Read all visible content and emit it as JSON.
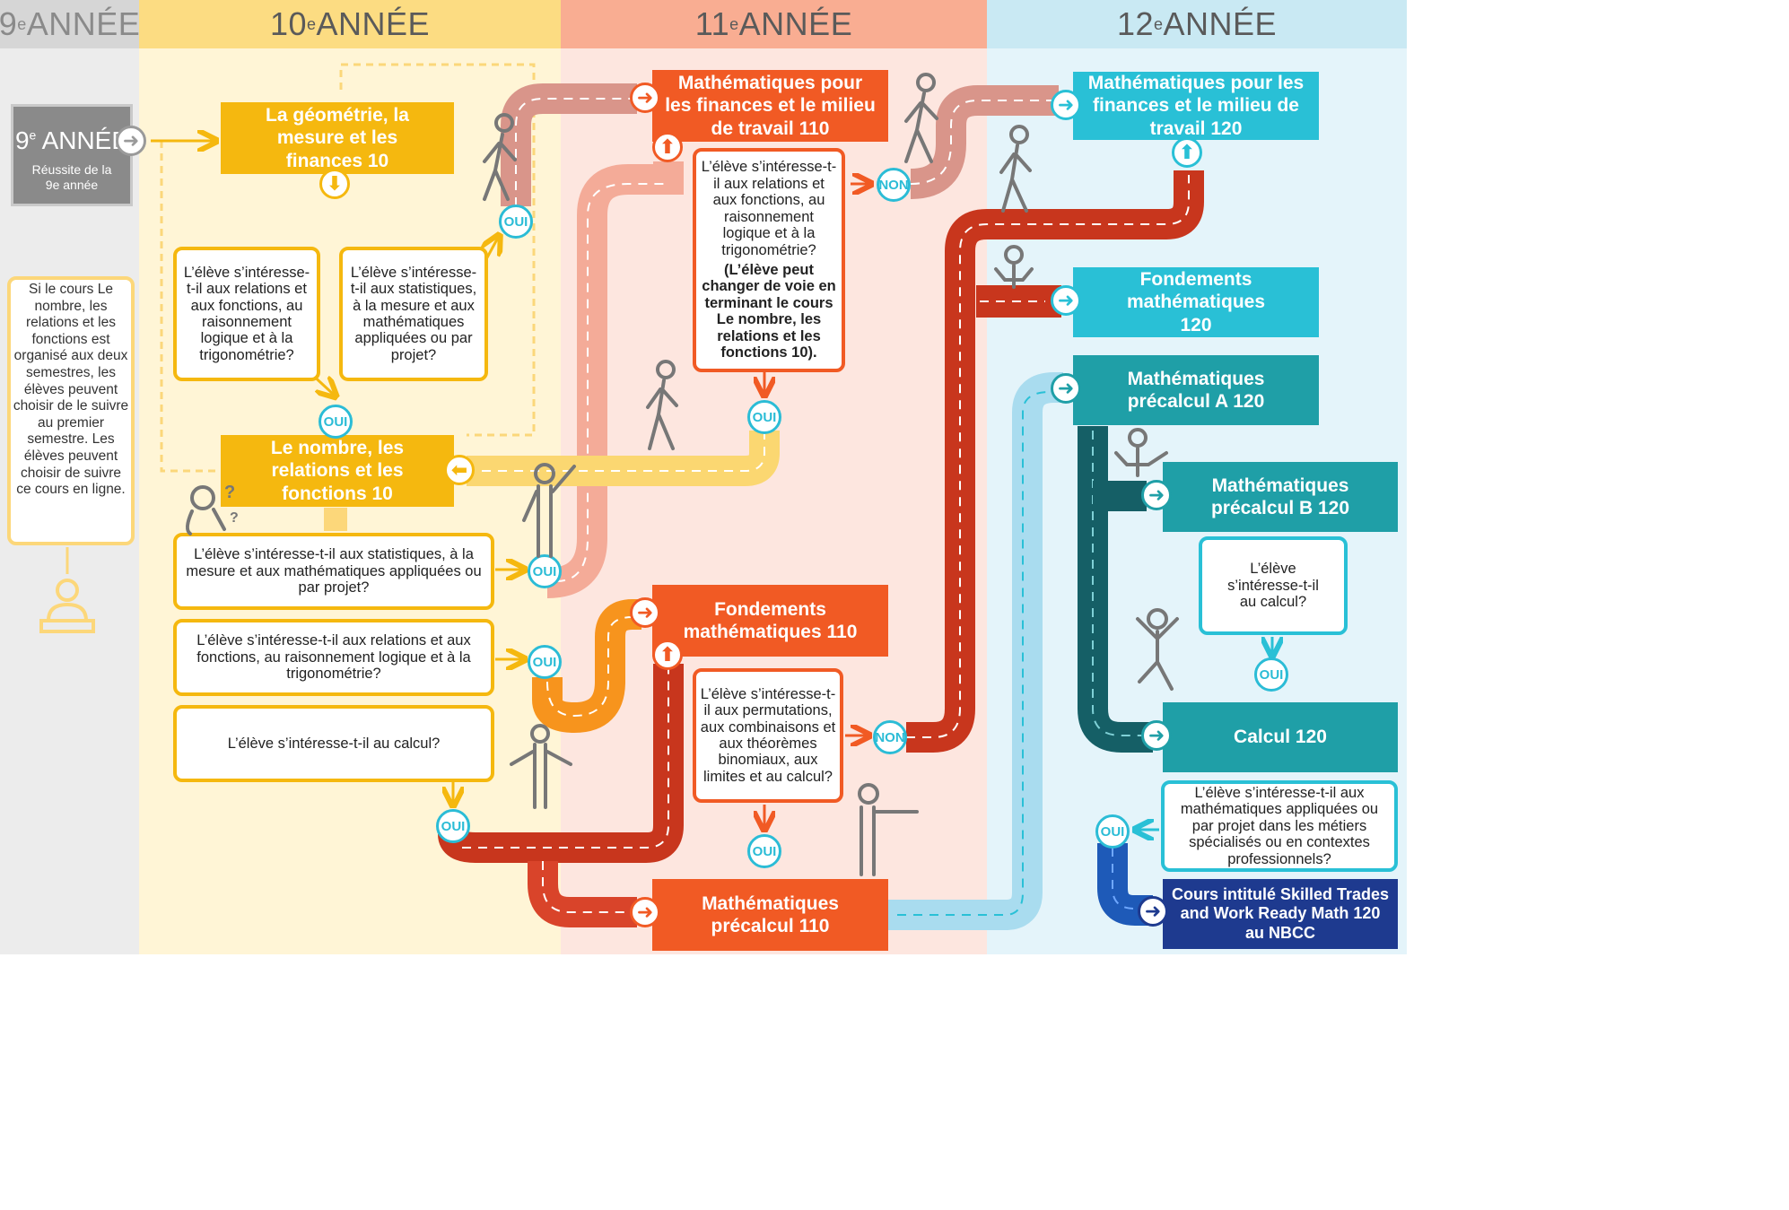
{
  "columns": {
    "y9": {
      "label": "9e ANNÉE",
      "num": "9",
      "sup": "e",
      "rest": " ANNÉE"
    },
    "y10": {
      "label": "10e ANNÉE",
      "num": "10",
      "sup": "e",
      "rest": " ANNÉE"
    },
    "y11": {
      "label": "11e ANNÉE",
      "num": "11",
      "sup": "e",
      "rest": " ANNÉE"
    },
    "y12": {
      "label": "12e ANNÉE",
      "num": "12",
      "sup": "e",
      "rest": " ANNÉE"
    }
  },
  "start": {
    "title_num": "9",
    "title_sup": "e",
    "title_rest": " ANNÉE",
    "subtitle": "Réussite de la 9e année"
  },
  "side_note": "Si le cours Le nombre, les relations et les fonctions est organisé aux deux semestres, les élèves peuvent choisir de le suivre au premier semestre. Les élèves peuvent choisir de suivre ce cours en ligne.",
  "courses": {
    "geo10": "La géométrie, la mesure et les finances 10",
    "nrf10": "Le nombre, les relations et les fonctions 10",
    "mfmt110": "Mathématiques pour les finances et le milieu de travail 110",
    "fm110": "Fondements mathématiques 110",
    "pc110": "Mathématiques précalcul 110",
    "mfmt120": "Mathématiques pour les finances et le milieu de travail 120",
    "fm120": "Fondements mathématiques 120",
    "pca120": "Mathématiques précalcul A 120",
    "pcb120": "Mathématiques précalcul B 120",
    "calc120": "Calcul 120",
    "skilled120": "Cours intitulé Skilled Trades and Work Ready Math 120 au NBCC"
  },
  "questions": {
    "q1": "L’élève s’intéresse-t-il aux relations et aux fonctions, au raisonnement logique et à la trigonométrie?",
    "q2": "L’élève s’intéresse-t-il aux statistiques, à la mesure et aux mathématiques appliquées ou par projet?",
    "q3": "L’élève s’intéresse-t-il aux statistiques, à la mesure et aux mathématiques appliquées ou par projet?",
    "q4": "L’élève s’intéresse-t-il aux relations et aux fonctions, au raisonnement logique et à la trigonométrie?",
    "q5": "L’élève s’intéresse-t-il au calcul?",
    "q6_main": "L’élève s’intéresse-t-il aux relations et aux fonctions, au raisonnement logique et à la trigonométrie?",
    "q6_note": "(L’élève peut changer de voie en terminant le cours Le nombre, les relations et les fonctions 10).",
    "q7": "L’élève s’intéresse-t-il aux permutations, aux combinaisons et aux théorèmes binomiaux, aux limites et au calcul?",
    "q8": "L’élève s’intéresse-t-il au calcul?",
    "q9": "L’élève s’intéresse-t-il aux mathématiques appliquées ou par projet dans les métiers spécialisés ou en contextes professionnels?"
  },
  "badges": {
    "oui": "OUI",
    "non": "NON"
  },
  "colors": {
    "y9_bg": "#ebebeb",
    "y10_bg": "#fff4d4",
    "y11_bg": "#fde5de",
    "y12_bg": "#e6f4f9",
    "yellow": "#f5b80f",
    "orange": "#f15a24",
    "amber": "#f7941d",
    "cyan": "#29c0d6",
    "teal": "#1f9fa7",
    "dark_teal": "#167a80",
    "navy": "#1e3a8f",
    "red_path": "#c8361d"
  },
  "icons": [
    "arrow-right-icon",
    "arrow-up-icon",
    "arrow-down-icon",
    "arrow-left-icon",
    "person-walking-icon",
    "person-thinking-icon",
    "person-shrug-icon",
    "person-jump-icon",
    "person-pointing-icon",
    "student-computer-icon"
  ]
}
